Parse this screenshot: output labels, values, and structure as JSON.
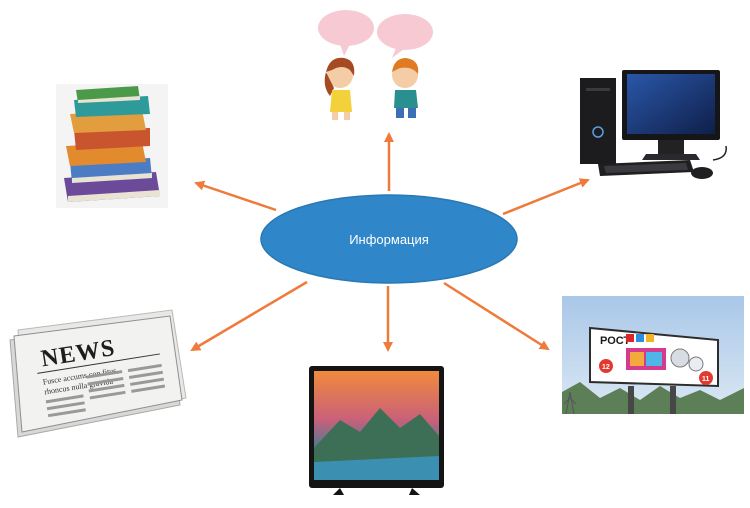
{
  "center": {
    "label": "Информация"
  },
  "newspaper": {
    "masthead": "NEWS",
    "subline1": "Fusce accums con fitus,",
    "subline2": "rhoncus nulla gravida"
  },
  "billboard": {
    "brand": "РОСТ",
    "badge1": "12",
    "badge2": "11"
  },
  "colors": {
    "arrow": "#ee7a3b",
    "ellipse": "#2f86c8",
    "ellipse_stroke": "#2a78b4"
  },
  "icons": [
    "books-icon",
    "children-talking-icon",
    "computer-icon",
    "newspaper-icon",
    "tv-icon",
    "billboard-icon"
  ]
}
